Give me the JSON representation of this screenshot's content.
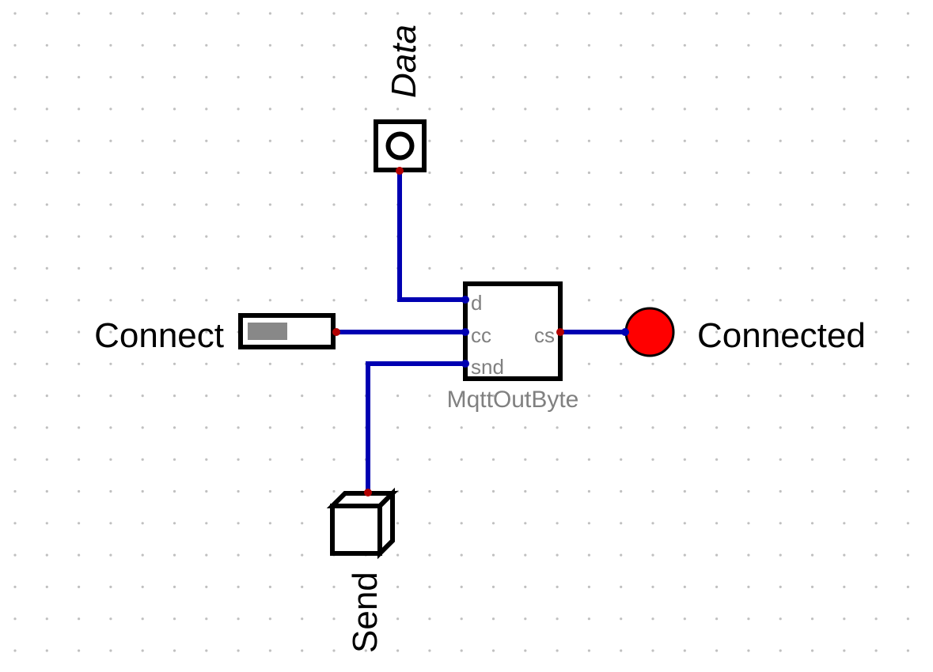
{
  "labels": {
    "data": "Data",
    "connect": "Connect",
    "connected": "Connected",
    "send": "Send"
  },
  "component": {
    "name": "MqttOutByte",
    "pins": {
      "d": "d",
      "cc": "cc",
      "snd": "snd",
      "cs": "cs"
    }
  },
  "colors": {
    "wire": "#0000b2",
    "pin_dot": "#b20000",
    "led_on": "#ff0000",
    "switch_fill": "#888888",
    "label_gray": "#808080",
    "grid_dot": "#c0c0c0"
  },
  "icons": {
    "data_input": "input-terminal-icon",
    "connect_switch": "toggle-switch-icon",
    "send_button": "push-button-icon",
    "connected_led": "led-icon"
  }
}
